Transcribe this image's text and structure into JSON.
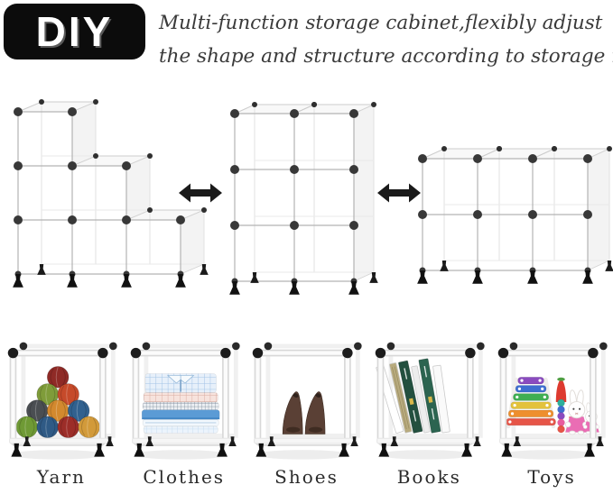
{
  "badge": {
    "label": "DIY"
  },
  "headline": {
    "line1": "Multi-function storage cabinet,flexibly adjust",
    "line2": "the shape and structure according to storage needs"
  },
  "units": [
    {
      "id": "staircase",
      "name": "staircase-cabinet-3-2-1",
      "columns": [
        3,
        2,
        1
      ]
    },
    {
      "id": "tower",
      "name": "tower-cabinet-2x3",
      "columns": [
        3,
        3
      ]
    },
    {
      "id": "wide",
      "name": "wide-cabinet-3x2",
      "columns": [
        2,
        2,
        2
      ]
    }
  ],
  "arrow_icon": "double-arrow-icon",
  "categories": [
    {
      "label": "Yarn",
      "icon": "yarn-balls-illustration"
    },
    {
      "label": "Clothes",
      "icon": "folded-clothes-illustration"
    },
    {
      "label": "Shoes",
      "icon": "pair-of-shoes-illustration"
    },
    {
      "label": "Books",
      "icon": "books-illustration"
    },
    {
      "label": "Toys",
      "icon": "toys-illustration"
    }
  ],
  "colors": {
    "badge_bg": "#0c0c0c",
    "badge_text": "#ffffff",
    "headline_text": "#3a3a3a",
    "frame_line": "#b3b3b3",
    "connector": "#383838",
    "arrow": "#1a1a1a",
    "label_text": "#2b2b2b"
  },
  "illustrations": {
    "yarn": {
      "ball_colors": [
        "#8f2a26",
        "#7f9c3a",
        "#c64a2a",
        "#4a4e52",
        "#d3892e",
        "#31618f",
        "#6f9a35",
        "#2f5a85",
        "#9c2d28",
        "#d29a3a"
      ]
    },
    "clothes": {
      "layer_colors": [
        "#ecf4fc",
        "#f2f8fd",
        "#5b9bd5",
        "#edf0f4",
        "#f7e3dd",
        "#e7f0fa"
      ]
    },
    "shoes": {
      "color": "#5a4035"
    },
    "books": {
      "spine_colors": [
        "#ffffff",
        "#b8ab7e",
        "#23503f",
        "#ededed",
        "#2c6450",
        "#fafafa"
      ]
    },
    "toys": {
      "xylophone_colors": [
        "#8a4bbf",
        "#3e6ed0",
        "#3fae52",
        "#e3c23c",
        "#ee8f2e",
        "#e65548"
      ],
      "bead_colors": [
        "#2eaf9b",
        "#3e6ed0",
        "#8a4bbf",
        "#e85c9e",
        "#e65548"
      ],
      "bunny_dress": "#ea6db4",
      "strawberry": "#dd3a2f"
    }
  }
}
